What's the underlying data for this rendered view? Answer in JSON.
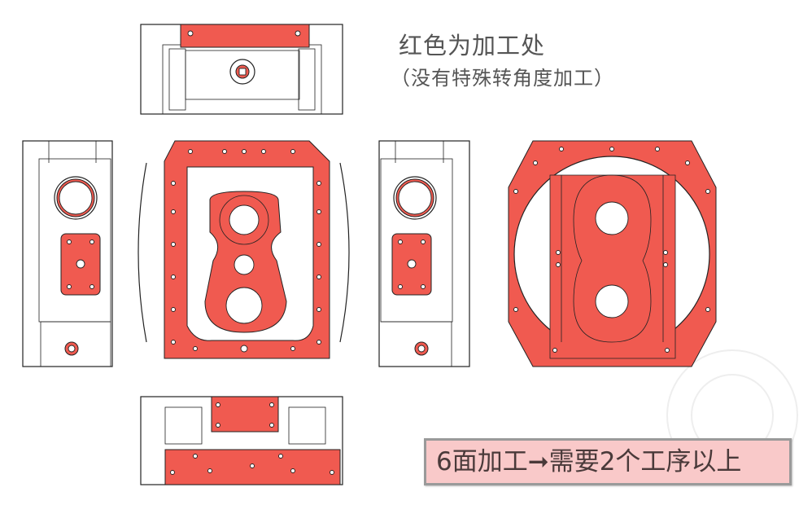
{
  "annotation": {
    "title": "红色为加工处",
    "subtitle": "（没有特殊转角度加工）"
  },
  "callout": {
    "text": "6面加工➞需要2个工序以上"
  },
  "colors": {
    "machined_area": "#f05a50",
    "callout_background": "#f9c9c9",
    "callout_border": "#9a9a9a",
    "text": "#555555"
  },
  "views": [
    "top-view",
    "left-side-view",
    "front-view",
    "right-side-view",
    "back-face-view",
    "bottom-view"
  ]
}
